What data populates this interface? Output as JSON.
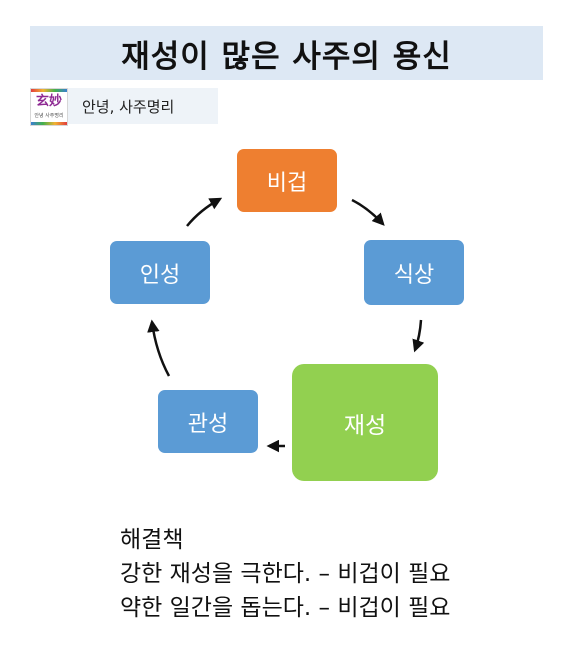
{
  "title": "재성이 많은 사주의 용신",
  "channel": {
    "logo_main": "玄妙",
    "logo_sub": "안녕 사주명리",
    "name": "안녕, 사주명리"
  },
  "diagram": {
    "nodes": {
      "bigeop": "비겁",
      "siksang": "식상",
      "jaeseong": "재성",
      "gwanseong": "관성",
      "inseong": "인성"
    },
    "colors": {
      "bigeop": "#ee7f30",
      "siksang": "#5b9bd5",
      "jaeseong": "#92d050",
      "gwanseong": "#5b9bd5",
      "inseong": "#5b9bd5"
    },
    "arrow_order": [
      "비겁",
      "식상",
      "재성",
      "관성",
      "인성",
      "비겁"
    ]
  },
  "solution": {
    "heading": "해결책",
    "line1": "강한 재성을 극한다. – 비겁이 필요",
    "line2": "약한 일간을 돕는다. – 비겁이 필요"
  }
}
